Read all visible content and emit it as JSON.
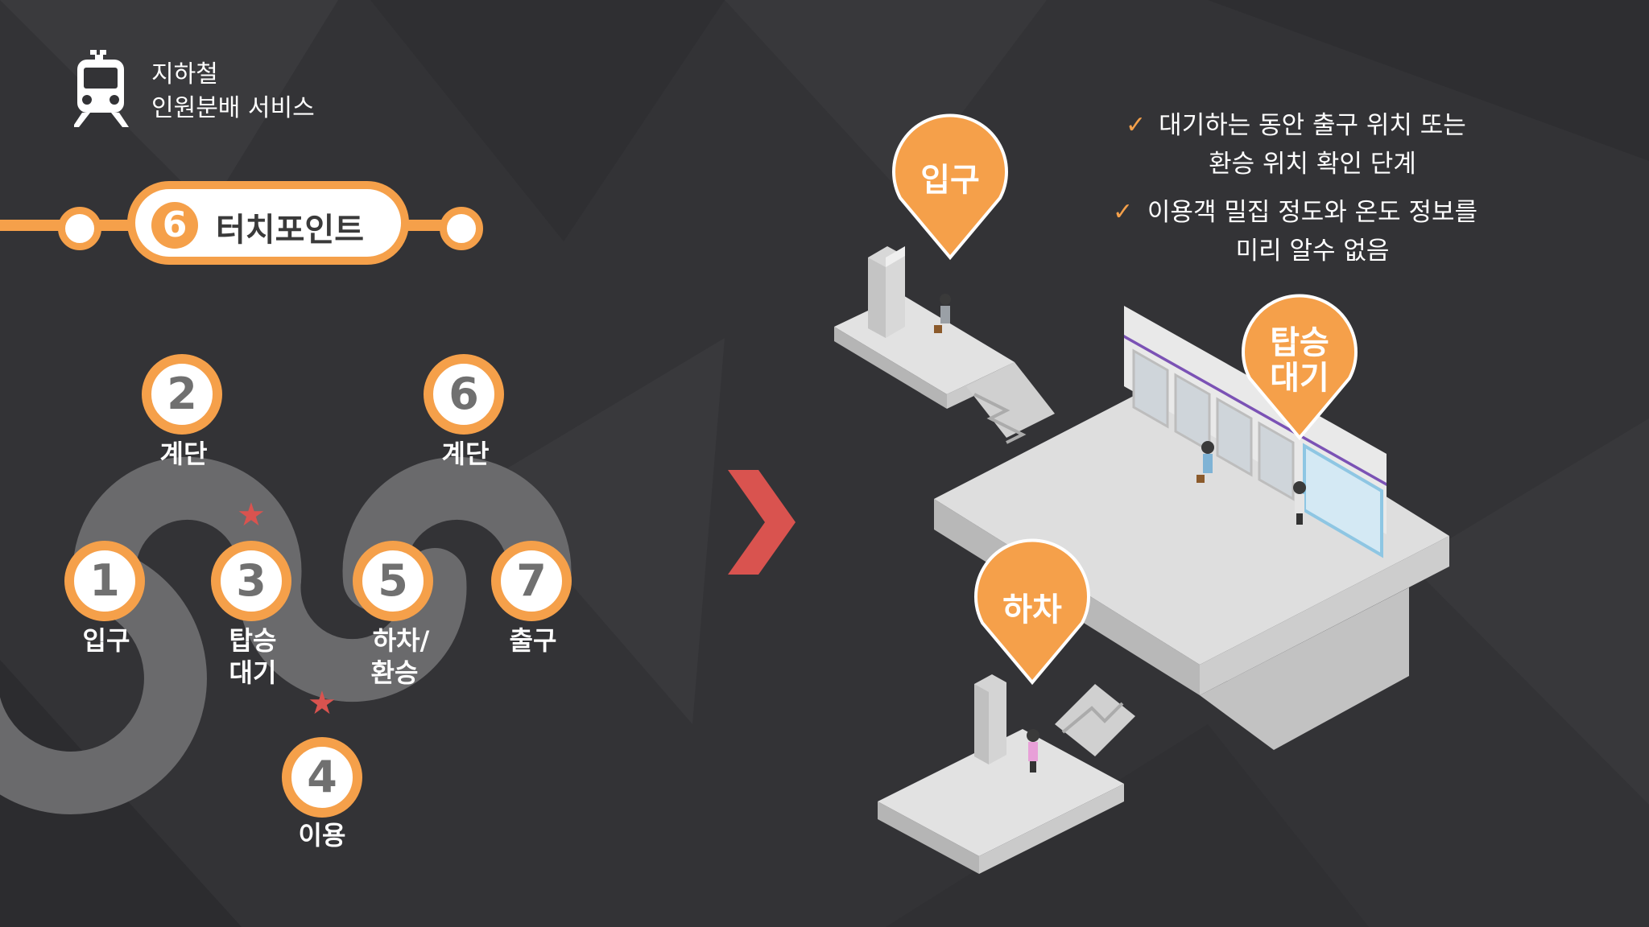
{
  "brand": {
    "title_line1": "지하철",
    "title_line2": "인원분배 서비스",
    "icon": "train-icon"
  },
  "touchpoint": {
    "number": "6",
    "title": "터치포인트"
  },
  "steps": [
    {
      "number": "1",
      "label": "입구"
    },
    {
      "number": "2",
      "label": "계단"
    },
    {
      "number": "3",
      "label_line1": "탑승",
      "label_line2": "대기"
    },
    {
      "number": "4",
      "label": "이용"
    },
    {
      "number": "5",
      "label_line1": "하차/",
      "label_line2": "환승"
    },
    {
      "number": "6",
      "label": "계단"
    },
    {
      "number": "7",
      "label": "출구"
    }
  ],
  "stars": [
    "star-icon",
    "star-icon"
  ],
  "notes": [
    {
      "line1": "대기하는 동안 출구 위치 또는",
      "line2": "환승 위치 확인 단계"
    },
    {
      "line1": "이용객 밀집 정도와 온도 정보를",
      "line2": "미리 알수 없음"
    }
  ],
  "pins": {
    "entrance": "입구",
    "boarding_line1": "탑승",
    "boarding_line2": "대기",
    "alight": "하차"
  },
  "colors": {
    "accent": "#f5a04a",
    "background": "#333336",
    "arrow": "#d9534f",
    "star": "#d9534f"
  }
}
